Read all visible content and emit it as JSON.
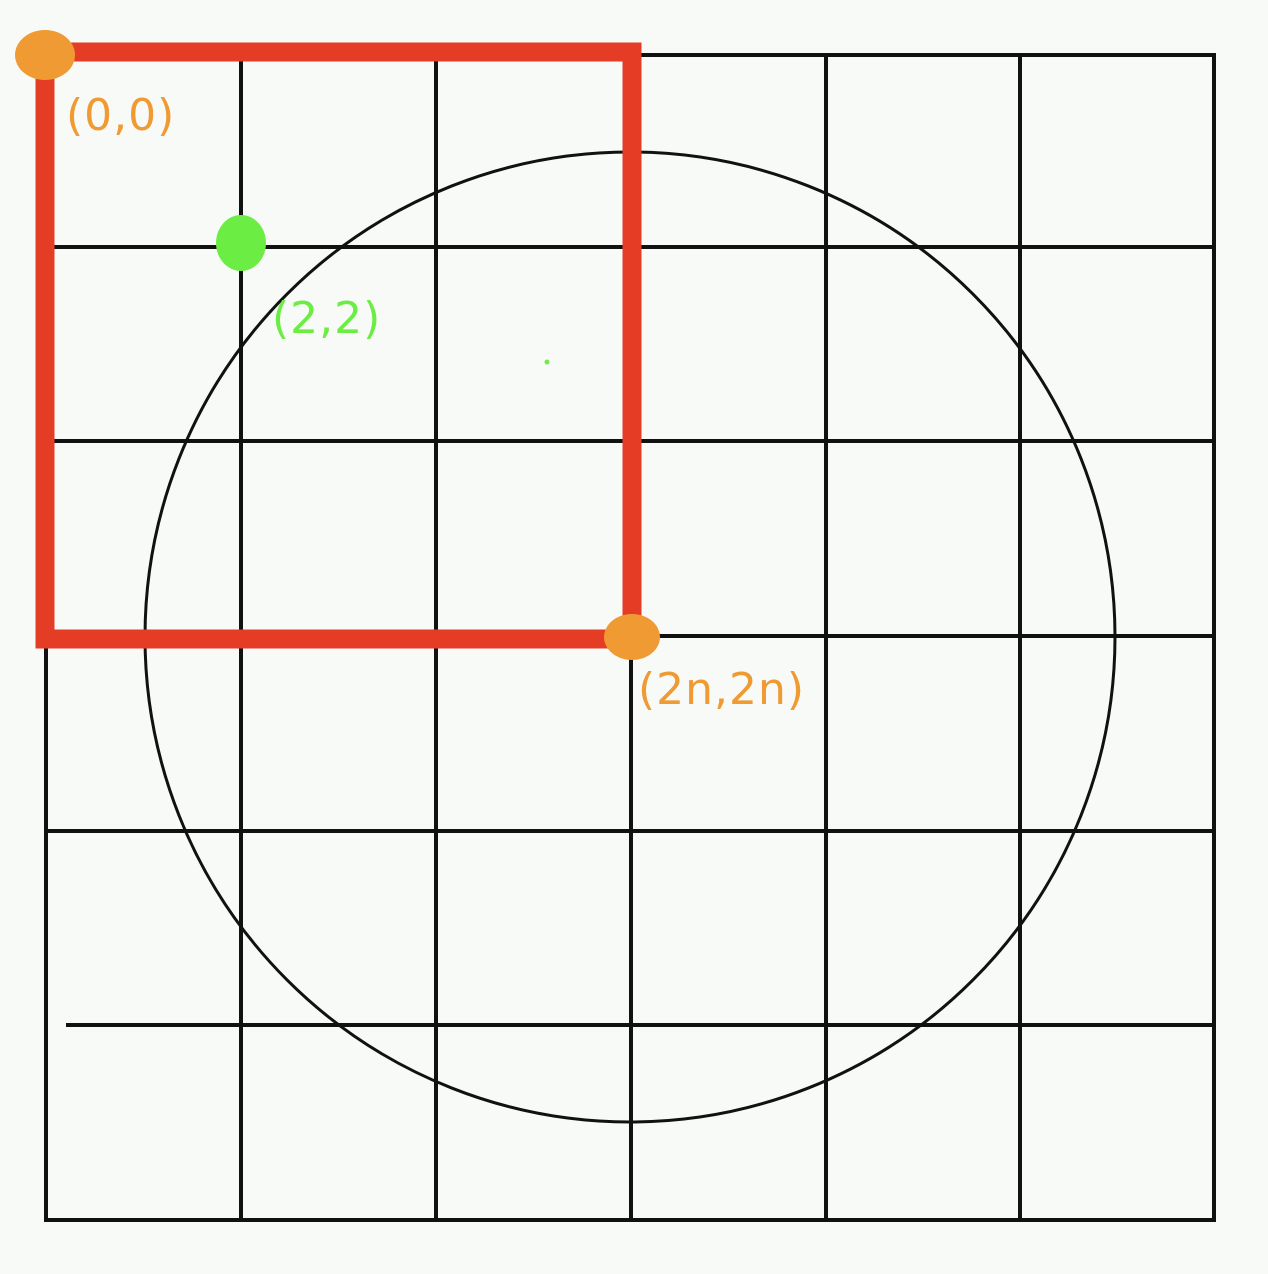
{
  "colors": {
    "background": "#f8faf8",
    "grid": "#111111",
    "circle": "#111111",
    "highlight_square": "#e53c26",
    "corner_points": "#ef9a33",
    "sample_point": "#6ced44"
  },
  "grid": {
    "columns": 6,
    "rows": 6
  },
  "labels": {
    "origin": "(0,0)",
    "sample_point": "(2,2)",
    "far_corner": "(2n,2n)"
  }
}
